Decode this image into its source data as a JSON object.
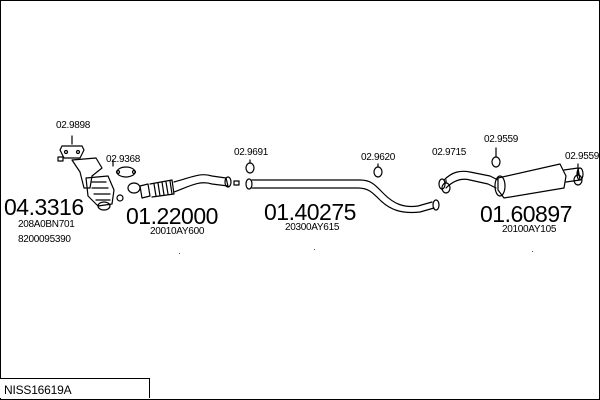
{
  "diagram": {
    "part_refs": {
      "r_9898": "02.9898",
      "r_9368": "02.9368",
      "r_9691": "02.9691",
      "r_9620": "02.9620",
      "r_9715": "02.9715",
      "r_9559a": "02.9559",
      "r_9559b": "02.9559"
    },
    "groups": {
      "g1": {
        "number": "04.3316",
        "codes": [
          "208A0BN701",
          "8200095390"
        ]
      },
      "g2": {
        "number": "01.22000",
        "codes": [
          "20010AY600"
        ]
      },
      "g3": {
        "number": "01.40275",
        "codes": [
          "20300AY615"
        ]
      },
      "g4": {
        "number": "01.60897",
        "codes": [
          "20100AY105"
        ]
      }
    },
    "model_id": "NISS16619A"
  }
}
